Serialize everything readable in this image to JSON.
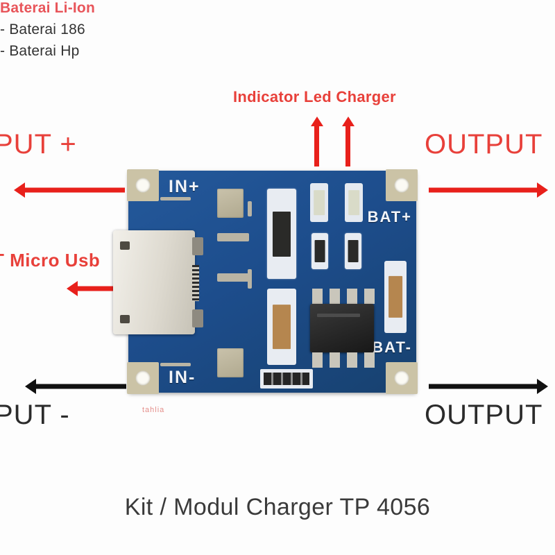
{
  "annotations": {
    "input_plus": "PUT +",
    "input_usb": "T Micro Usb",
    "input_minus": "PUT -",
    "output_plus": "OUTPUT",
    "output_minus": "OUTPUT",
    "indicator_led": "Indicator Led Charger"
  },
  "battery": {
    "title": "Baterai Li-Ion",
    "items": [
      "- Baterai 186",
      "- Baterai Hp"
    ]
  },
  "caption": "Kit / Modul Charger TP 4056",
  "board": {
    "silkscreen": {
      "in_plus": "IN+",
      "in_minus": "IN-",
      "bat_plus": "BAT+",
      "bat_minus": "BAT-"
    },
    "marking": "tahlia"
  },
  "colors": {
    "pcb_blue": "#1d4d8c",
    "annotation_red": "#e8403a",
    "arrow_red": "#e8201b",
    "annotation_black": "#2b2b2b",
    "pad_gold": "#cbc3a6",
    "silkscreen_white": "#f2f5fa"
  }
}
